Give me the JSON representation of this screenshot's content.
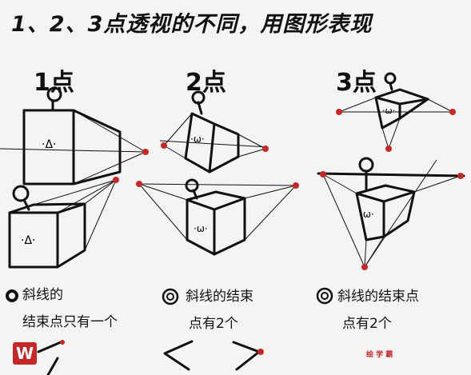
{
  "title": "1、2、3点透视的不同，用图形表现",
  "columns": [
    {
      "label": "1点",
      "caption_line1": "斜线的",
      "caption_line2": "结束点只有一个"
    },
    {
      "label": "2点",
      "caption_line1": "斜线的结束",
      "caption_line2": "点有2个"
    },
    {
      "label": "3点",
      "caption_line1": "斜线的结束点",
      "caption_line2": "点有2个"
    }
  ],
  "watermark": "绘 学 霸",
  "logo_text": "W",
  "colors": {
    "ink": "#111111",
    "vanishing_point": "#c62828",
    "background": "#f4f4f2"
  },
  "icons": [
    "circled-swirl-icon",
    "face-glyph",
    "balloon-icon"
  ]
}
